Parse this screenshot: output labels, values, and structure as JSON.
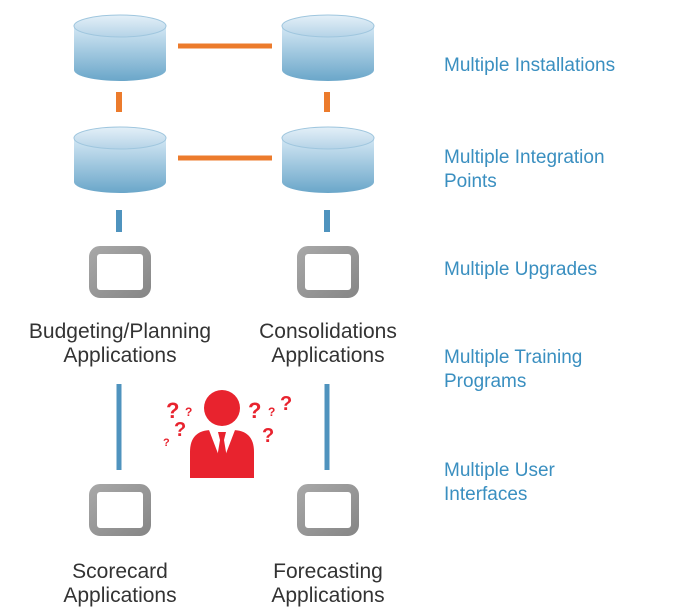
{
  "colors": {
    "db_fill_top": "#c7dff0",
    "db_fill_bottom": "#6aa6c9",
    "orange_connector": "#ec7b2c",
    "blue_connector": "#4f93be",
    "app_box": "#959595",
    "person": "#e8232e",
    "question": "#e8232e",
    "side_text": "#3a8fc0",
    "app_text": "#333333"
  },
  "applications": {
    "budgeting": {
      "line1": "Budgeting/Planning",
      "line2": "Applications"
    },
    "consolidations": {
      "line1": "Consolidations",
      "line2": "Applications"
    },
    "scorecard": {
      "line1": "Scorecard",
      "line2": "Applications"
    },
    "forecasting": {
      "line1": "Forecasting",
      "line2": "Applications"
    }
  },
  "side_labels": [
    {
      "line1": "Multiple Installations",
      "line2": ""
    },
    {
      "line1": "Multiple Integration",
      "line2": "Points"
    },
    {
      "line1": "Multiple Upgrades",
      "line2": ""
    },
    {
      "line1": "Multiple Training",
      "line2": "Programs"
    },
    {
      "line1": "Multiple User",
      "line2": "Interfaces"
    }
  ],
  "question_mark": "?",
  "icons": {
    "database": "database-icon",
    "application": "application-window-icon",
    "user": "confused-user-icon"
  }
}
